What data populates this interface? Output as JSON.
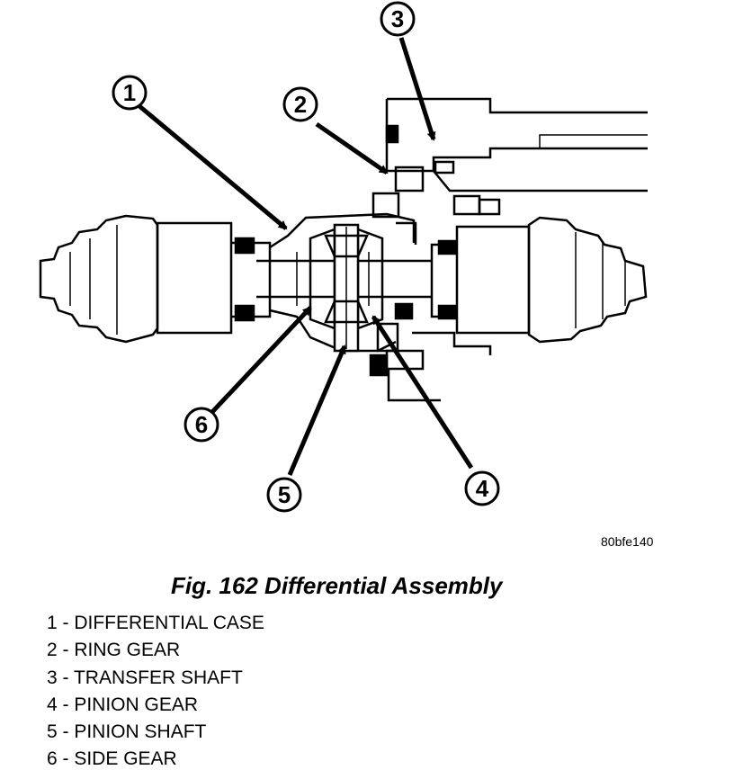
{
  "figure_code": "80bfe140",
  "caption": "Fig. 162 Differential Assembly",
  "callouts": [
    "1",
    "2",
    "3",
    "4",
    "5",
    "6"
  ],
  "legend": [
    "1 - DIFFERENTIAL CASE",
    "2 - RING GEAR",
    "3 - TRANSFER SHAFT",
    "4 - PINION GEAR",
    "5 - PINION SHAFT",
    "6 - SIDE GEAR"
  ]
}
